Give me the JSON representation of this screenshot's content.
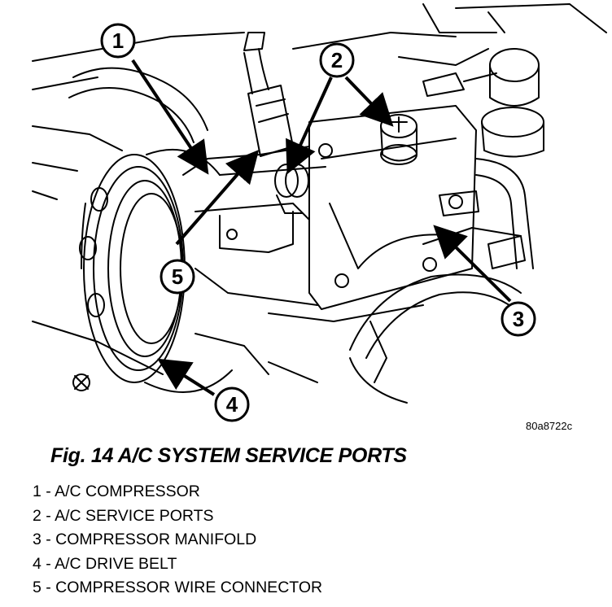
{
  "figure": {
    "code": "80a8722c",
    "title": "Fig. 14 A/C SYSTEM SERVICE PORTS"
  },
  "callouts": [
    "1",
    "2",
    "3",
    "4",
    "5"
  ],
  "legend": [
    "1 - A/C COMPRESSOR",
    "2 - A/C SERVICE PORTS",
    "3 - COMPRESSOR MANIFOLD",
    "4 - A/C DRIVE BELT",
    "5 - COMPRESSOR WIRE CONNECTOR"
  ]
}
